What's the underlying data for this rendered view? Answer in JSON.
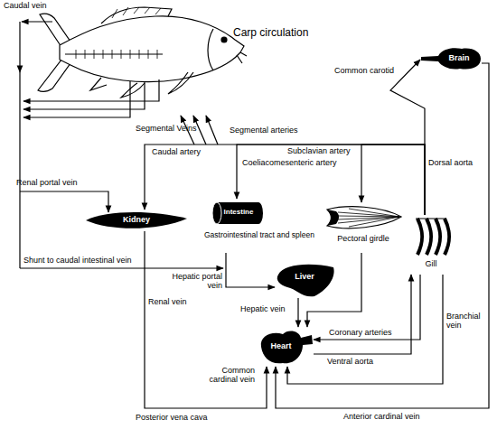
{
  "diagram": {
    "title": "Carp circulation",
    "nodes": [
      {
        "text": [
          "Brain"
        ]
      },
      {
        "text": [
          "Kidney"
        ]
      },
      {
        "text": [
          "Intestine",
          "Gastrointestinal tract and spleen"
        ]
      },
      {
        "text": [
          "Pectoral girdle"
        ]
      },
      {
        "text": [
          "Gill"
        ]
      },
      {
        "text": [
          "Liver"
        ]
      },
      {
        "text": [
          "Heart"
        ]
      }
    ],
    "edges": [
      {
        "from": 4,
        "to": 0,
        "arrow": "to",
        "label": "Common carotid"
      },
      {
        "from": 4,
        "to": 1,
        "arrow": "to",
        "label": "Caudal artery"
      },
      {
        "from": 4,
        "to": 2,
        "arrow": "to",
        "label": "Coeliacomesenteric artery"
      },
      {
        "from": 4,
        "to": 3,
        "arrow": "to",
        "label": "Subclavian artery"
      },
      {
        "from": 2,
        "to": 5,
        "arrow": "to",
        "label": "Hepatic portal vein"
      },
      {
        "from": 5,
        "to": 6,
        "arrow": "to",
        "label": "Hepatic vein"
      },
      {
        "from": 3,
        "to": 6,
        "arrow": "to"
      },
      {
        "from": 1,
        "to": 6,
        "arrow": "to",
        "label": "Renal vein"
      },
      {
        "from": 6,
        "to": 4,
        "arrow": "to",
        "label": "Ventral aorta"
      },
      {
        "from": 4,
        "to": 6,
        "arrow": "to",
        "label": "Coronary arteries"
      },
      {
        "from": 4,
        "to": 6,
        "arrow": "to",
        "label": "Branchial vein"
      },
      {
        "from": 0,
        "to": 6,
        "arrow": "to",
        "label": "Anterior cardinal vein"
      }
    ],
    "labels": [
      "Caudal vein",
      "Segmental Veins",
      "Renal portal vein",
      "Segmental arteries",
      "Dorsal aorta",
      "Shunt to caudal intestinal vein",
      "Common cardinal vein",
      "Posterior vena cava"
    ]
  }
}
